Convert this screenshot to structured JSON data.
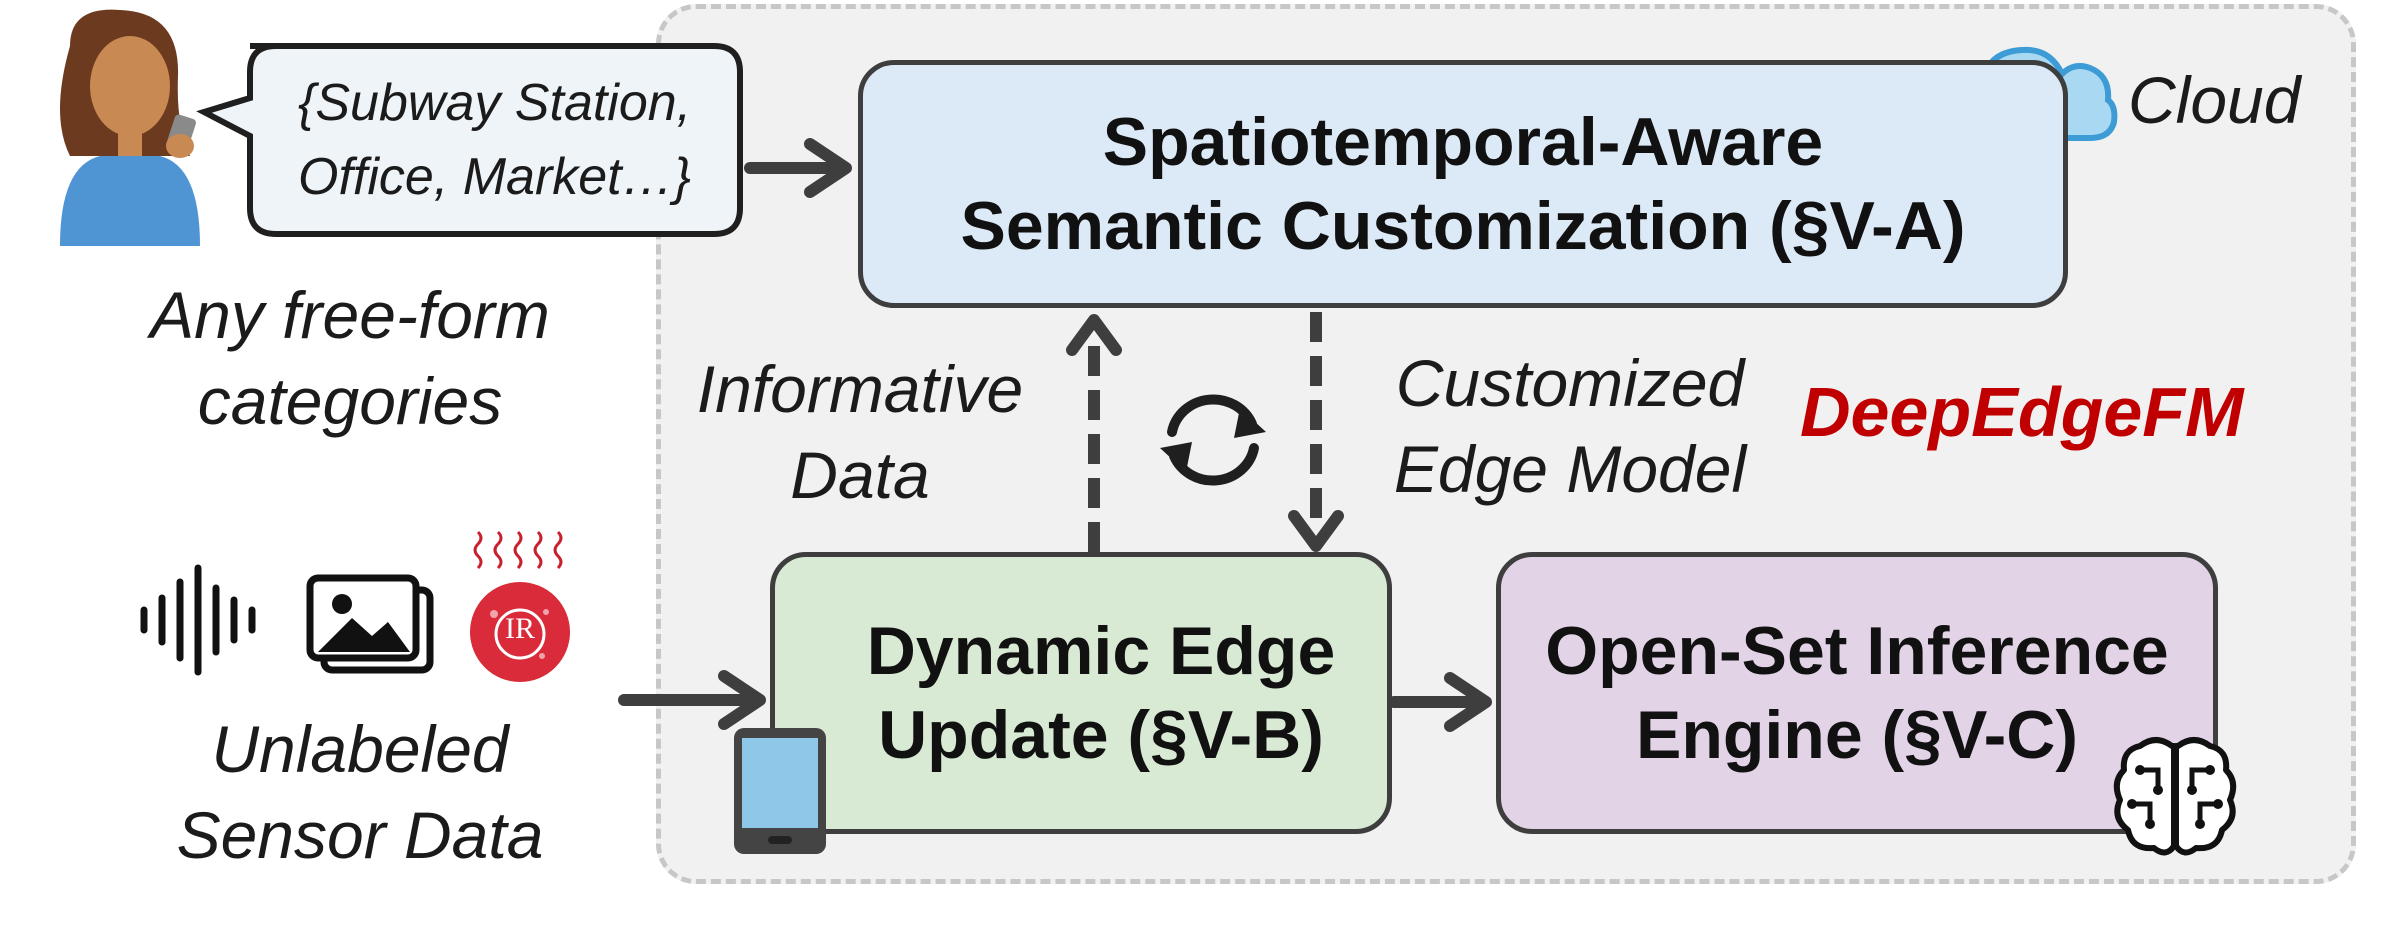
{
  "modules": {
    "cloud_module": "Spatiotemporal-Aware\nSemantic Customization (§V-A)",
    "edge_update": "Dynamic Edge\nUpdate (§V-B)",
    "inference_engine": "Open-Set Inference\nEngine (§V-C)"
  },
  "labels": {
    "categories_bubble": "{Subway Station,\nOffice, Market…}",
    "free_form": "Any free-form\ncategories",
    "informative_data": "Informative\nData",
    "customized_model": "Customized\nEdge Model",
    "unlabeled_data": "Unlabeled\nSensor Data",
    "cloud": "Cloud",
    "system_name": "DeepEdgeFM",
    "ir_badge": "IR"
  },
  "colors": {
    "cloud_box": "#dce9f6",
    "edge_box": "#d8ead3",
    "inference_box": "#e3d3e7",
    "brand": "#c00000",
    "region": "#f1f1f1"
  }
}
